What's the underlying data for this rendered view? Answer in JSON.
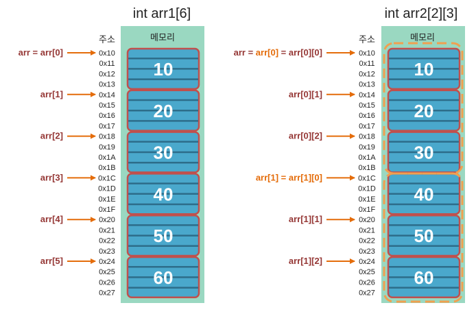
{
  "colors": {
    "memory_bg": "#9ad8c1",
    "cell": "#4aa8cc",
    "cell_line": "#2d6d8a",
    "block_border": "#c0504d",
    "arrow": "#e46c0a",
    "label_dark": "#953735",
    "label_orange": "#e46c0a",
    "dash_group": "#f0a050"
  },
  "addresses": [
    "0x10",
    "0x11",
    "0x12",
    "0x13",
    "0x14",
    "0x15",
    "0x16",
    "0x17",
    "0x18",
    "0x19",
    "0x1A",
    "0x1B",
    "0x1C",
    "0x1D",
    "0x1E",
    "0x1F",
    "0x20",
    "0x21",
    "0x22",
    "0x23",
    "0x24",
    "0x25",
    "0x26",
    "0x27"
  ],
  "left": {
    "title": "int arr1[6]",
    "addr_header": "주소",
    "mem_header": "메모리",
    "values": [
      "10",
      "20",
      "30",
      "40",
      "50",
      "60"
    ],
    "pointers": [
      {
        "label": "arr = arr[0]",
        "color": "dark"
      },
      {
        "label": "arr[1]",
        "color": "dark"
      },
      {
        "label": "arr[2]",
        "color": "dark"
      },
      {
        "label": "arr[3]",
        "color": "dark"
      },
      {
        "label": "arr[4]",
        "color": "dark"
      },
      {
        "label": "arr[5]",
        "color": "dark"
      }
    ]
  },
  "right": {
    "title": "int arr2[2][3]",
    "addr_header": "주소",
    "mem_header": "메모리",
    "values": [
      "10",
      "20",
      "30",
      "40",
      "50",
      "60"
    ],
    "pointers": [
      {
        "label": [
          [
            "arr = ",
            "dark"
          ],
          [
            "arr[0]",
            "orange"
          ],
          [
            " = arr[0][0]",
            "dark"
          ]
        ]
      },
      {
        "label": [
          [
            "arr[0][1]",
            "dark"
          ]
        ]
      },
      {
        "label": [
          [
            "arr[0][2]",
            "dark"
          ]
        ]
      },
      {
        "label": [
          [
            "arr[1] = arr[1][0]",
            "orange"
          ]
        ]
      },
      {
        "label": [
          [
            "arr[1][1]",
            "dark"
          ]
        ]
      },
      {
        "label": [
          [
            "arr[1][2]",
            "dark"
          ]
        ]
      }
    ]
  }
}
